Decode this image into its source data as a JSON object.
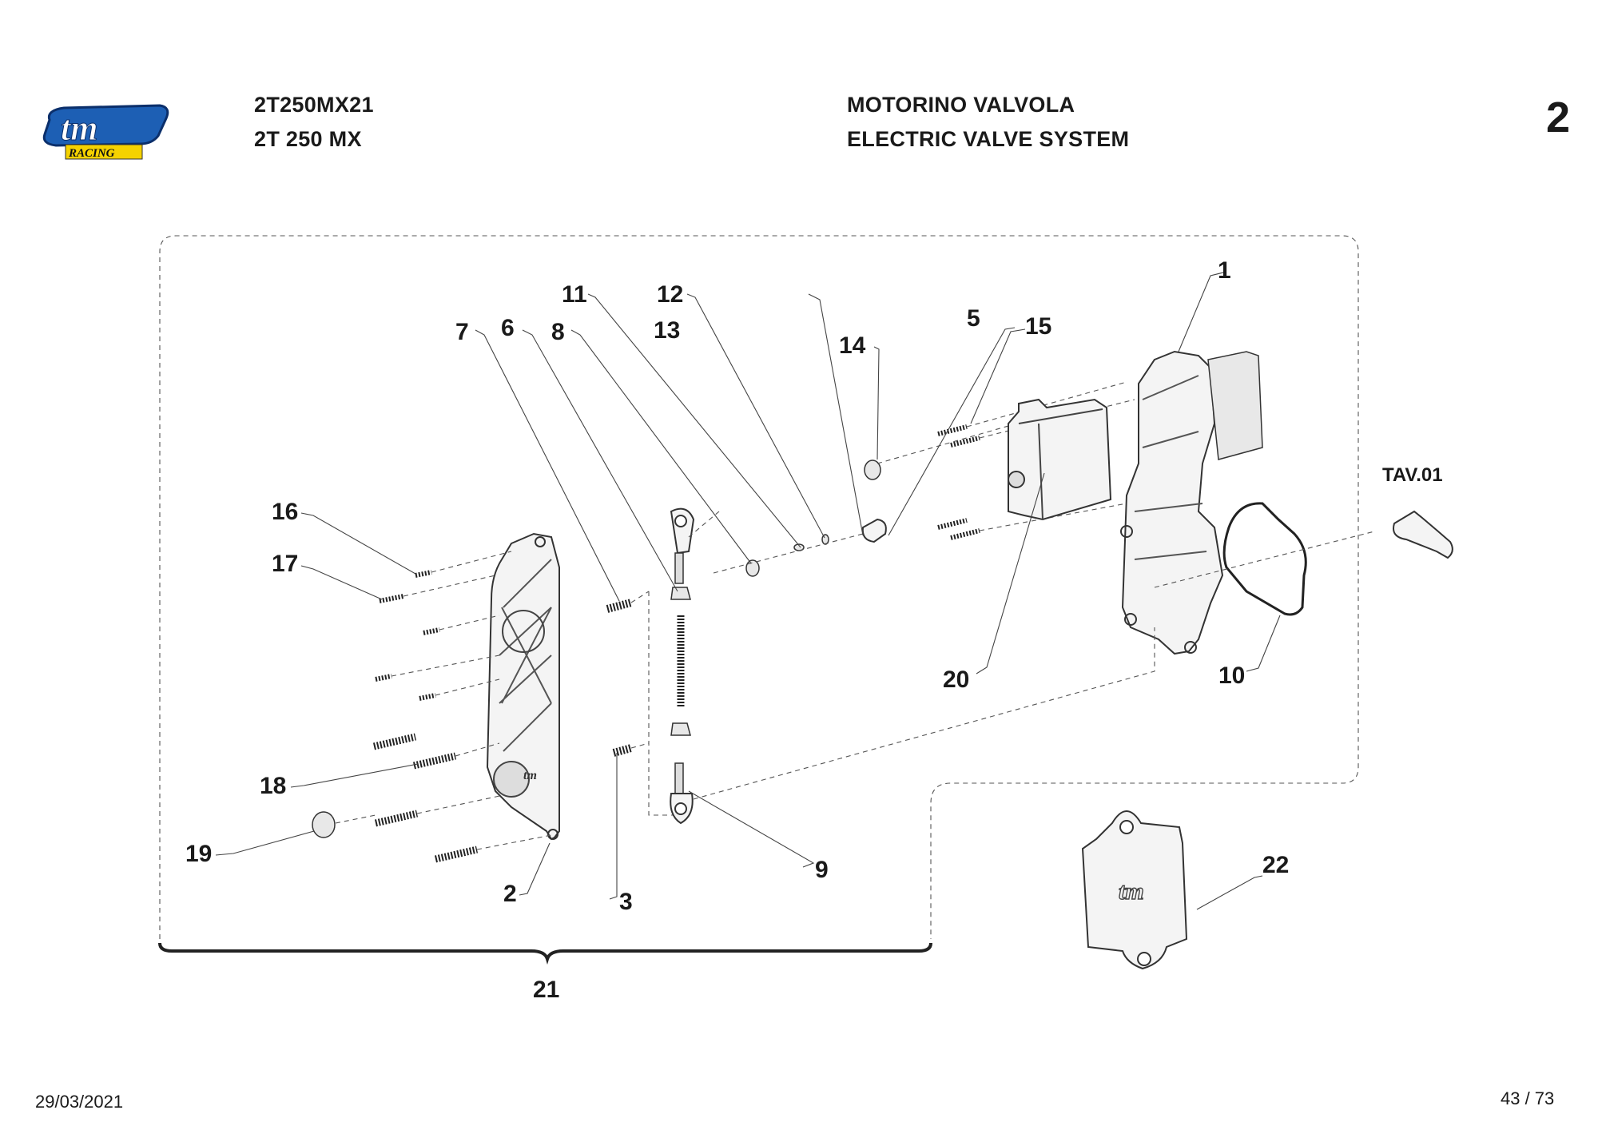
{
  "header": {
    "code": "2T250MX21",
    "model": "2T 250 MX",
    "title_it": "MOTORINO VALVOLA",
    "title_en": "ELECTRIC VALVE SYSTEM",
    "table_number": "2"
  },
  "logo": {
    "brand": "tm",
    "sub": "RACING"
  },
  "callouts": {
    "c1": "1",
    "c2": "2",
    "c3": "3",
    "c5": "5",
    "c6": "6",
    "c7": "7",
    "c8": "8",
    "c9": "9",
    "c10": "10",
    "c11": "11",
    "c12": "12",
    "c13": "13",
    "c14": "14",
    "c15": "15",
    "c16": "16",
    "c17": "17",
    "c18": "18",
    "c19": "19",
    "c20": "20",
    "c21": "21",
    "c22": "22",
    "tav": "TAV.01"
  },
  "footer": {
    "date": "29/03/2021",
    "page": "43 / 73"
  }
}
